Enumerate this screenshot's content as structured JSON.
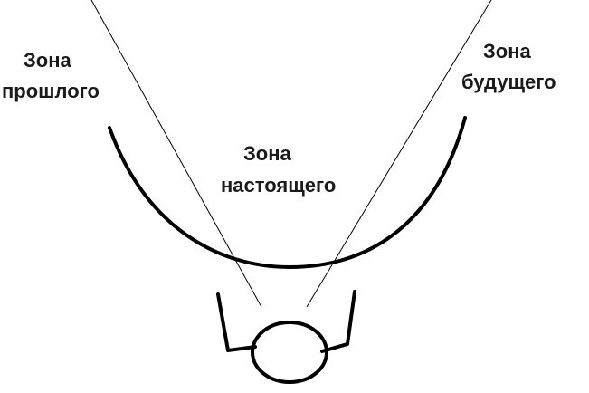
{
  "labels": {
    "past": {
      "line1": "Зона",
      "line2": "прошлого"
    },
    "present": {
      "line1": "Зона",
      "line2": "настоящего"
    },
    "future": {
      "line1": "Зона",
      "line2": "будущего"
    }
  },
  "colors": {
    "stroke": "#000000",
    "text": "#1a1a1a",
    "background": "#ffffff"
  }
}
